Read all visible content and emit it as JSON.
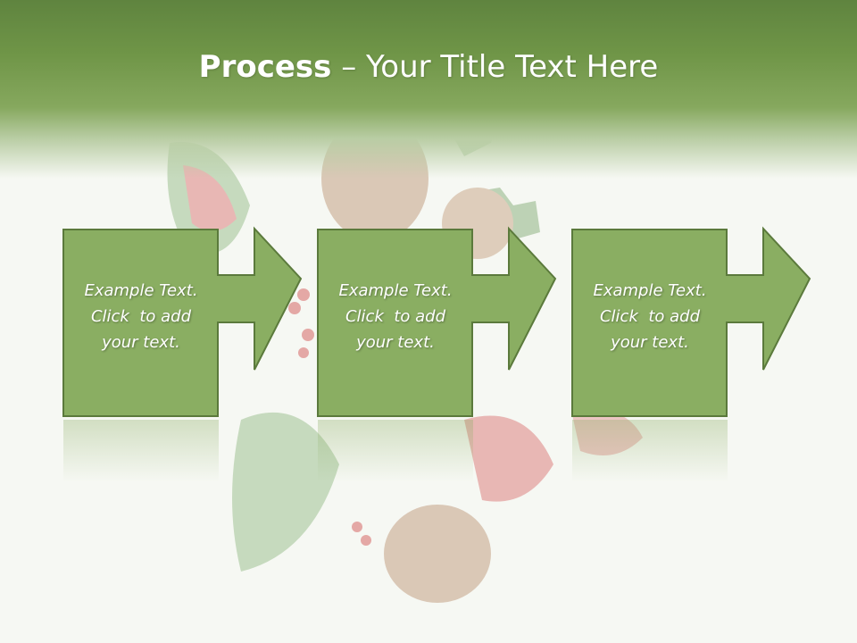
{
  "slide": {
    "title_bold": "Process",
    "title_sep": " – ",
    "title_rest": "Your Title Text Here"
  },
  "steps": [
    {
      "line1": "Example Text.",
      "line2": "Click  to add",
      "line3": "your text."
    },
    {
      "line1": "Example Text.",
      "line2": "Click  to add",
      "line3": "your text."
    },
    {
      "line1": "Example Text.",
      "line2": "Click  to add",
      "line3": "your text."
    }
  ],
  "colors": {
    "header_green": "#6f9547",
    "box_fill": "#8aae62",
    "box_border": "#5b7a3c",
    "text": "#ffffff"
  },
  "icons": [
    "pine-cone-icon",
    "holly-leaf-icon",
    "poinsettia-icon",
    "berry-icon"
  ]
}
